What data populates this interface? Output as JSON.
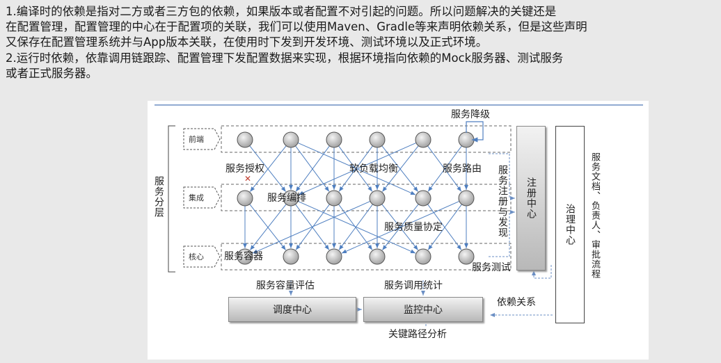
{
  "paragraph": {
    "line1": "1.编译时的依赖是指对二方或者三方包的依赖，如果版本或者配置不对引起的问题。所以问题解决的关键还是",
    "line2": "在配置管理，配置管理的中心在于配置项的关联，我们可以使用Maven、Gradle等来声明依赖关系，但是这些声明",
    "line3": "又保存在配置管理系统并与App版本关联，在使用时下发到开发环境、测试环境以及正式环境。",
    "line4": "2.运行时依赖，依靠调用链跟踪、配置管理下发配置数据来实现，根据环境指向依赖的Mock服务器、测试服务",
    "line5": "或者正式服务器。"
  },
  "diagram": {
    "layer_title": "服务分层",
    "layers": [
      "前端",
      "集成",
      "核心"
    ],
    "labels": {
      "degrade": "服务降级",
      "auth": "服务授权",
      "lb": "软负载均衡",
      "routing": "服务路由",
      "orchestration": "服务编排",
      "qos": "服务质量协定",
      "container": "服务容器",
      "testing": "服务测试",
      "register": "服务注册与发现",
      "capacity": "服务容量评估",
      "stats": "服务调用统计",
      "dependency": "依赖关系",
      "critical_path": "关键路径分析"
    },
    "boxes": {
      "registry": "注册中心",
      "governance": "治理中心",
      "scheduling": "调度中心",
      "monitoring": "监控中心"
    },
    "governance_side": "服务文档、负责人、审批流程",
    "colors": {
      "arrow": "#4f7fc0",
      "node": "#c8c8c8",
      "dashed": "#777777"
    }
  }
}
